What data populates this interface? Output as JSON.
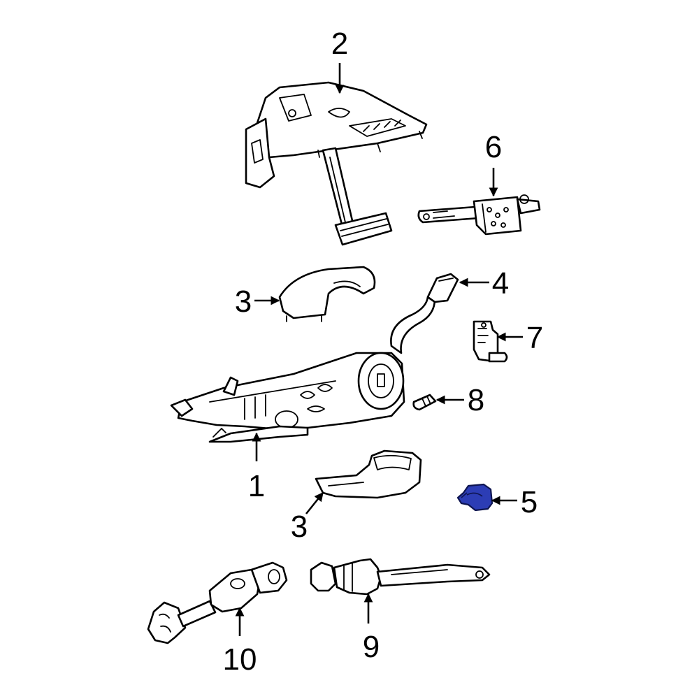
{
  "colors": {
    "line": "#000000",
    "background": "#ffffff",
    "highlight": "#2c3db5"
  },
  "highlighted_part": "5",
  "callouts": {
    "c1": "1",
    "c2": "2",
    "c3a": "3",
    "c3b": "3",
    "c4": "4",
    "c5": "5",
    "c6": "6",
    "c7": "7",
    "c8": "8",
    "c9": "9",
    "c10": "10"
  }
}
